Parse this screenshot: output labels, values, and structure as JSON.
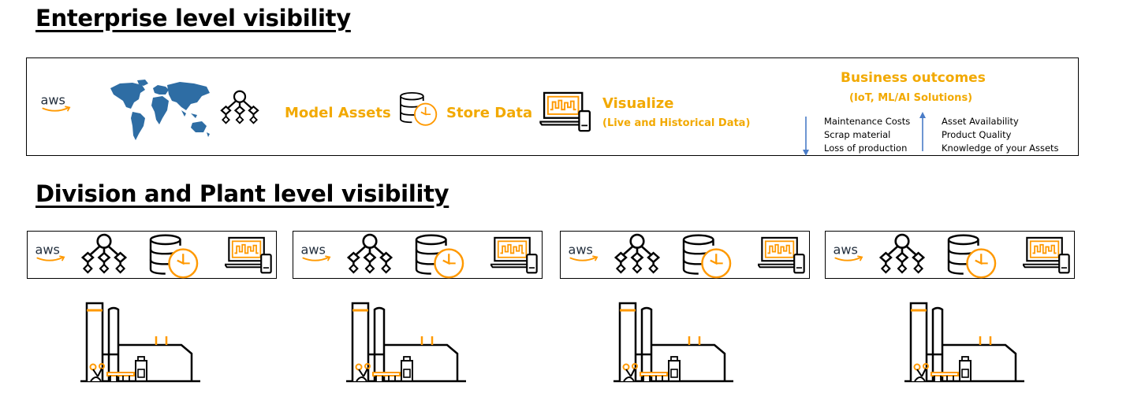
{
  "enterprise": {
    "title": "Enterprise level visibility",
    "aws_logo_text": "aws",
    "steps": {
      "model": "Model Assets",
      "store": "Store Data",
      "visualize": "Visualize",
      "visualize_sub": "(Live and Historical Data)"
    },
    "outcomes": {
      "title": "Business outcomes",
      "subtitle": "(IoT, ML/AI Solutions)",
      "decrease": [
        "Maintenance Costs",
        "Scrap material",
        "Loss of production"
      ],
      "increase": [
        "Asset Availability",
        "Product Quality",
        "Knowledge of your Assets"
      ]
    }
  },
  "division": {
    "title": "Division and Plant level visibility",
    "units": [
      {
        "aws_logo_text": "aws"
      },
      {
        "aws_logo_text": "aws"
      },
      {
        "aws_logo_text": "aws"
      },
      {
        "aws_logo_text": "aws"
      }
    ]
  },
  "icons": [
    "aws-logo-icon",
    "world-map-icon",
    "asset-hierarchy-icon",
    "database-clock-icon",
    "laptop-phone-chart-icon",
    "arrow-down-icon",
    "arrow-up-icon",
    "factory-icon"
  ],
  "colors": {
    "accent": "#F2A900",
    "aws_orange": "#FF9900",
    "map_blue": "#2E6DA4",
    "arrow_blue": "#4A7CC7"
  }
}
